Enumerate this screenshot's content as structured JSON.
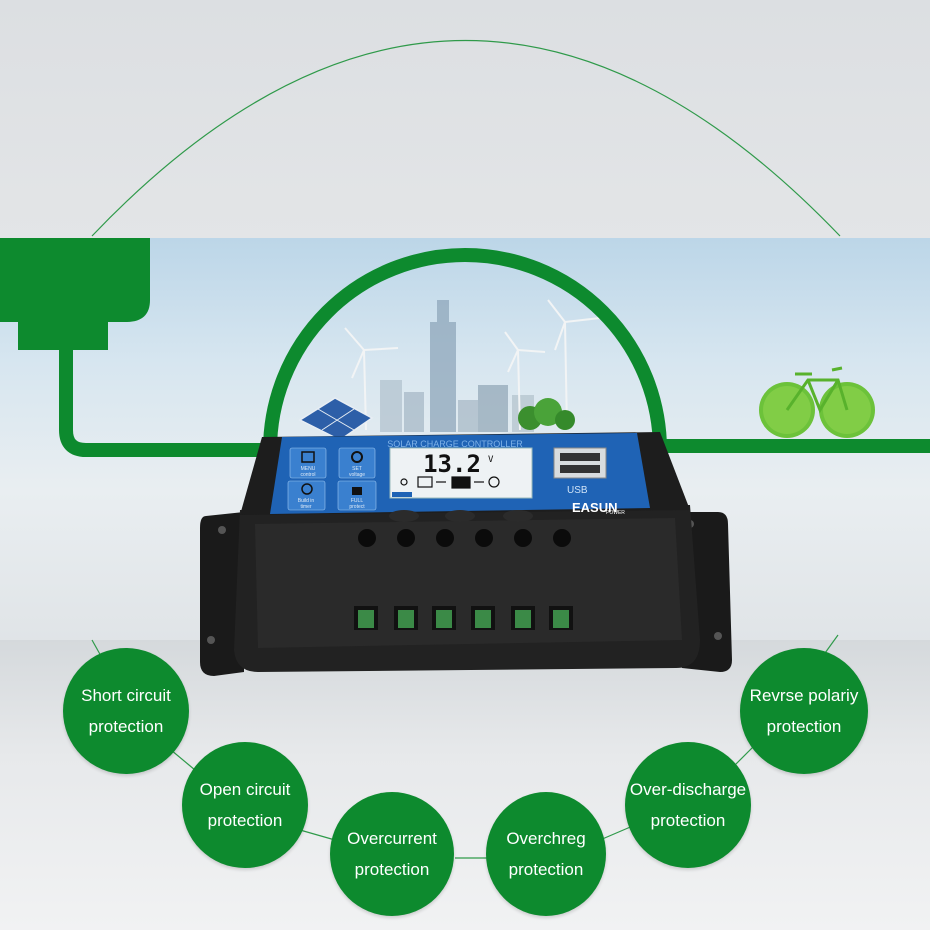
{
  "device": {
    "panel_title": "SOLAR CHARGE CONTROLLER",
    "lcd_voltage": "13.2",
    "lcd_unit": "V",
    "usb_label": "USB",
    "brand": "EASUN",
    "brand_sub": "POWER",
    "icons": [
      {
        "label1": "MENU",
        "label2": "control",
        "icon": "monitor-icon"
      },
      {
        "label1": "SET",
        "label2": "voltage",
        "icon": "gear-icon"
      },
      {
        "label1": "Build in",
        "label2": "timer",
        "icon": "clock-icon"
      },
      {
        "label1": "FULL",
        "label2": "protect",
        "icon": "lock-icon"
      }
    ]
  },
  "features": [
    {
      "line1": "Short circuit",
      "line2": "protection"
    },
    {
      "line1": "Open circuit",
      "line2": "protection"
    },
    {
      "line1": "Overcurrent",
      "line2": "protection"
    },
    {
      "line1": "Overchreg",
      "line2": "protection"
    },
    {
      "line1": "Over-discharge",
      "line2": "protection"
    },
    {
      "line1": "Revrse polariy",
      "line2": "protection"
    }
  ],
  "colors": {
    "green": "#0d8a2e",
    "panel_blue": "#1f63b5",
    "device_black": "#1c1c1c"
  }
}
